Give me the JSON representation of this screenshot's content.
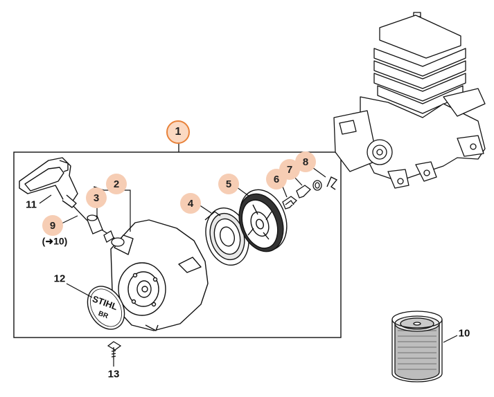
{
  "callouts": {
    "c1": "1",
    "c2": "2",
    "c3": "3",
    "c4": "4",
    "c5": "5",
    "c6": "6",
    "c7": "7",
    "c8": "8",
    "c9": "9",
    "c10": "10",
    "c11": "11",
    "c12": "12",
    "c13": "13",
    "ref_note": "(➜10)"
  },
  "branding": {
    "logo_text": "STIHL",
    "model_text": "BR"
  },
  "colors": {
    "highlight": "#f6cdb4",
    "main_ring": "#e8823a",
    "line": "#111111"
  }
}
